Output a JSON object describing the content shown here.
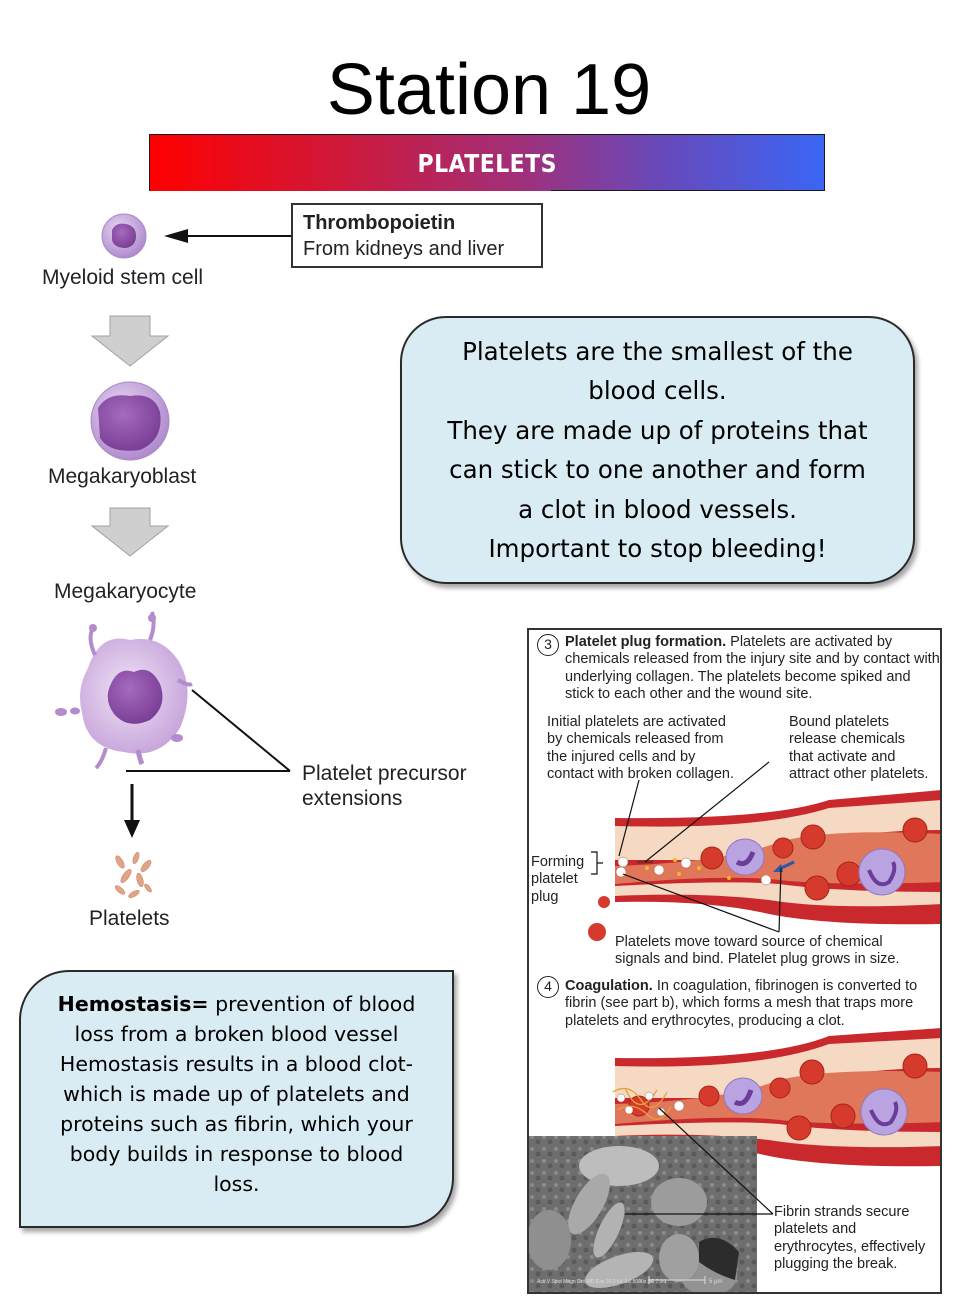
{
  "page": {
    "title": "Station 19",
    "banner": "PLATELETS",
    "banner_gradient": [
      "#ff0000",
      "#3a66f5"
    ]
  },
  "diagram": {
    "stages": [
      {
        "label": "Myeloid stem cell"
      },
      {
        "label": "Megakaryoblast"
      },
      {
        "label": "Megakaryocyte"
      },
      {
        "label": "Platelets"
      }
    ],
    "thrombopoietin": {
      "title": "Thrombopoietin",
      "subtitle": "From kidneys and liver"
    },
    "precursor_label": [
      "Platelet precursor",
      "extensions"
    ]
  },
  "info_box": {
    "lines": [
      "Platelets are the smallest of the",
      "blood cells.",
      "They are made up of proteins that",
      "can stick to one another and form",
      "a clot in blood vessels.",
      "Important to stop bleeding!"
    ]
  },
  "hemostasis_box": {
    "term": "Hemostasis=",
    "text_lines": [
      " prevention of blood",
      "loss from a broken blood vessel",
      "Hemostasis results in a blood clot-",
      "which is made up of platelets and",
      "proteins such as fibrin, which your",
      "body builds in response to blood",
      "loss."
    ]
  },
  "figure": {
    "step3": {
      "number": "3",
      "heading": "Platelet plug formation.",
      "text": " Platelets are activated by chemicals released from the injury site and by contact with underlying collagen. The platelets become spiked and stick to each other and the wound site.",
      "left_caption": [
        "Initial platelets are activated",
        "by chemicals released from",
        "the injured cells and by",
        "contact with broken collagen."
      ],
      "right_caption": [
        "Bound platelets",
        "release chemicals",
        "that activate and",
        "attract other platelets."
      ],
      "forming_label": [
        "Forming",
        "platelet",
        "plug"
      ],
      "bottom_caption": [
        "Platelets move toward source of chemical",
        "signals and bind. Platelet plug grows in size."
      ]
    },
    "step4": {
      "number": "4",
      "heading": "Coagulation.",
      "text": " In coagulation, fibrinogen is converted to fibrin (see part b), which forms a mesh that traps more platelets and erythrocytes, producing a clot.",
      "fibrin_caption": [
        "Fibrin strands secure",
        "platelets and",
        "erythrocytes, effectively",
        "plugging the break."
      ],
      "micrograph_scale": "5 μm",
      "micrograph_meta": "Acc.V Spot Magn Det WD Exp 30.0 kV 3.0 5000x SE 7.9 1"
    },
    "colors": {
      "vessel_wall": "#c9282d",
      "vessel_inner": "#f6d9c2",
      "blood": "#e0765a",
      "rbc": "#d63a2c",
      "wbc": "#b9a3e0"
    }
  }
}
